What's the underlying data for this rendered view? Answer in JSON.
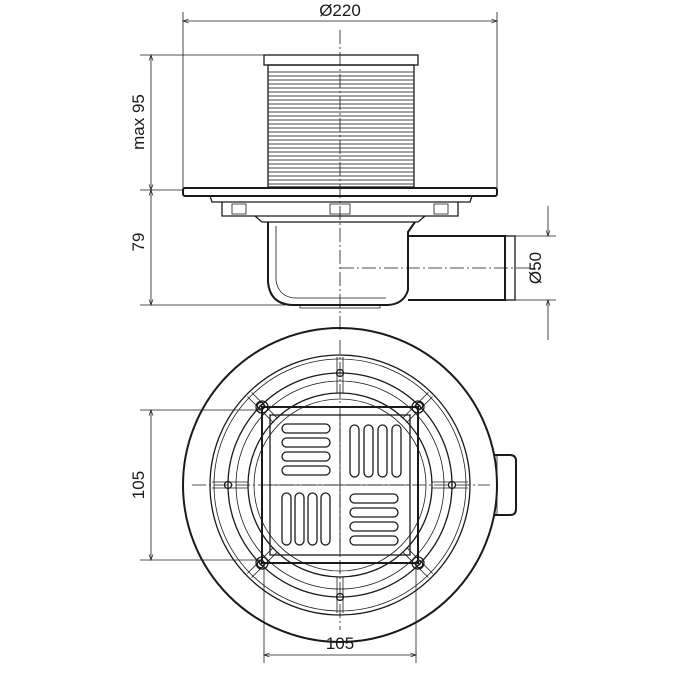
{
  "dimensions": {
    "top_diameter": "Ø220",
    "max_height": "max 95",
    "body_height": "79",
    "outlet_diameter": "Ø50",
    "grate_height": "105",
    "grate_width": "105"
  },
  "colors": {
    "line": "#1a1a1a",
    "background": "#ffffff"
  }
}
